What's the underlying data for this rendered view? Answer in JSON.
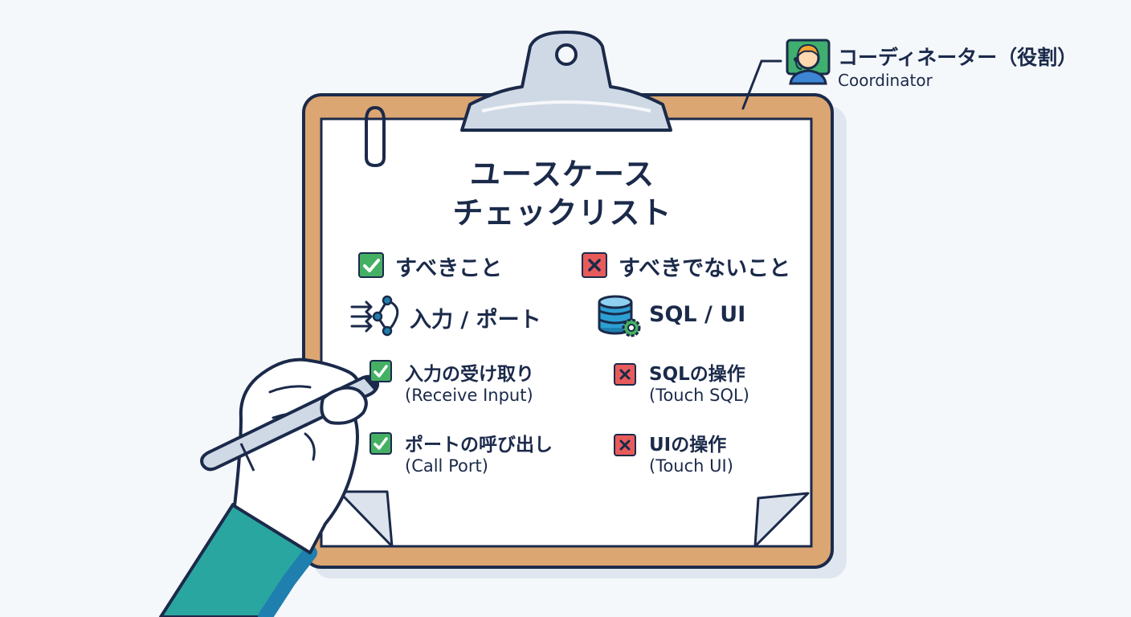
{
  "role": {
    "title": "コーディネーター（役割）",
    "subtitle": "Coordinator"
  },
  "checklist": {
    "title_line1": "ユースケース",
    "title_line2": "チェックリスト",
    "do_label": "すべきこと",
    "dont_label": "すべきでないこと",
    "do_category": "入力 / ポート",
    "dont_category": "SQL / UI",
    "do_items": [
      {
        "label": "入力の受け取り",
        "sub": "(Receive Input)"
      },
      {
        "label": "ポートの呼び出し",
        "sub": "(Call Port)"
      }
    ],
    "dont_items": [
      {
        "label": "SQLの操作",
        "sub": "(Touch SQL)"
      },
      {
        "label": "UIの操作",
        "sub": "(Touch UI)"
      }
    ]
  },
  "colors": {
    "check_green": "#45b064",
    "cross_red": "#e85b5b",
    "board_brown": "#dba672",
    "outline_navy": "#1b2a4a",
    "sleeve_teal": "#2aa6a0"
  }
}
